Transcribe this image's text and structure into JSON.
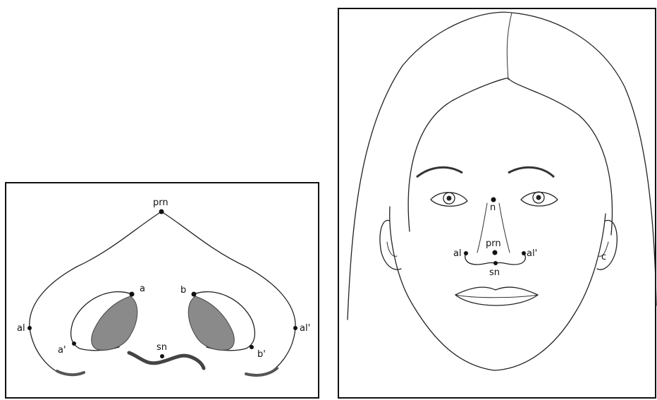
{
  "nose_diagram": {
    "labels": {
      "prn": "prn",
      "a": "a",
      "b": "b",
      "al_left": "al",
      "al_right": "al'",
      "a_prime": "a'",
      "b_prime": "b'",
      "sn": "sn"
    }
  },
  "face_diagram": {
    "labels": {
      "n": "n",
      "prn": "prn",
      "al_left": "al",
      "al_right": "al'",
      "sn": "sn",
      "c": "c"
    }
  },
  "colors": {
    "line": "#222222",
    "nostril_fill": "#8a8a8a",
    "columella": "#555555"
  }
}
